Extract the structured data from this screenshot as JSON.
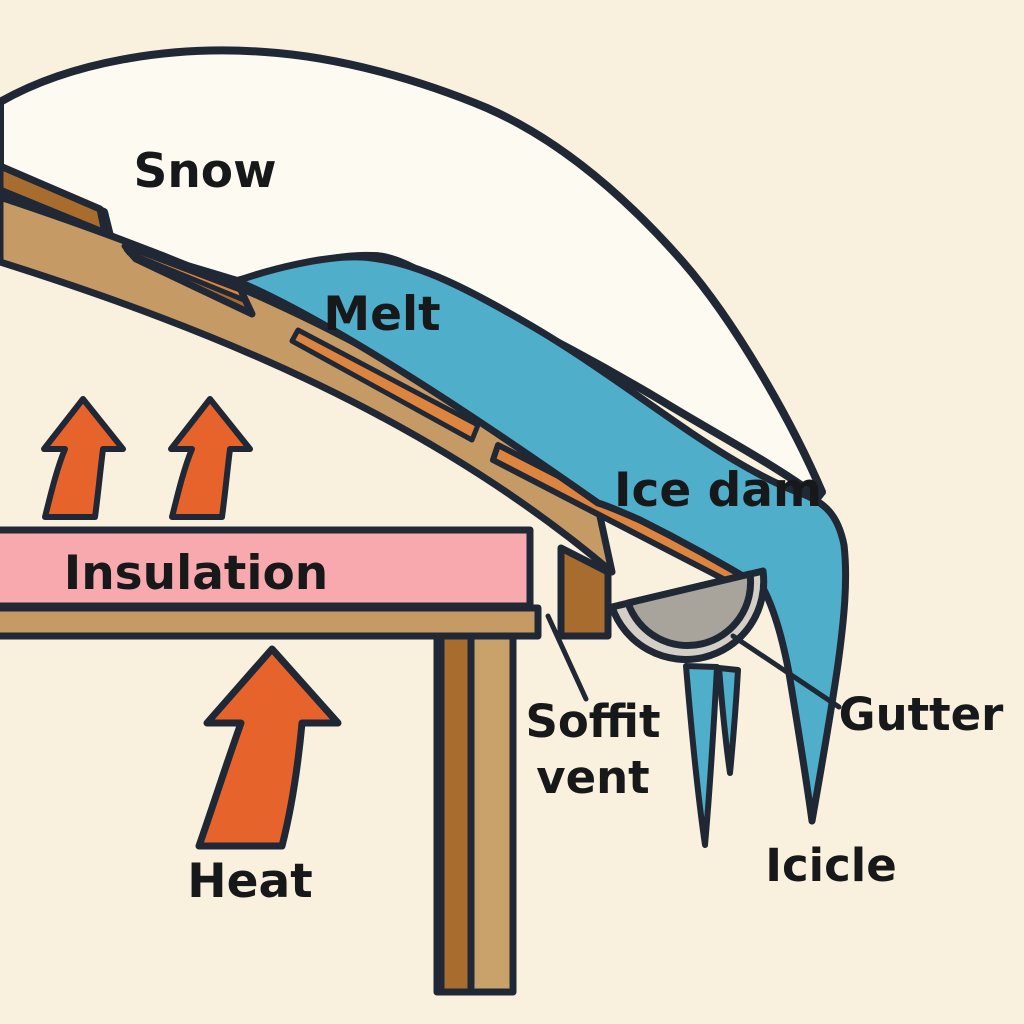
{
  "diagram": {
    "title": "Ice dam formation diagram",
    "labels": {
      "snow": "Snow",
      "melt": "Melt",
      "ice_dam": "Ice dam",
      "insulation": "Insulation",
      "soffit_vent_line1": "Soffit",
      "soffit_vent_line2": "vent",
      "gutter": "Gutter",
      "icicle": "Icicle",
      "heat": "Heat"
    },
    "colors": {
      "background": "#FAF0DE",
      "outline": "#202835",
      "snow": "#FDFAF1",
      "melt_water": "#4FAEC9",
      "roof_wood": "#C69A64",
      "shingle_brown": "#A96C2F",
      "drip_edge_orange": "#DD853E",
      "insulation_pink": "#F8A9AD",
      "ceiling_wood": "#C69A64",
      "wall_stud_dark": "#A96C2F",
      "wall_stud_light": "#C8A26A",
      "gutter_rim": "#D3CFC6",
      "gutter_body": "#A8A49C",
      "heat_arrow": "#E7632C",
      "label_text": "#17181A"
    }
  }
}
